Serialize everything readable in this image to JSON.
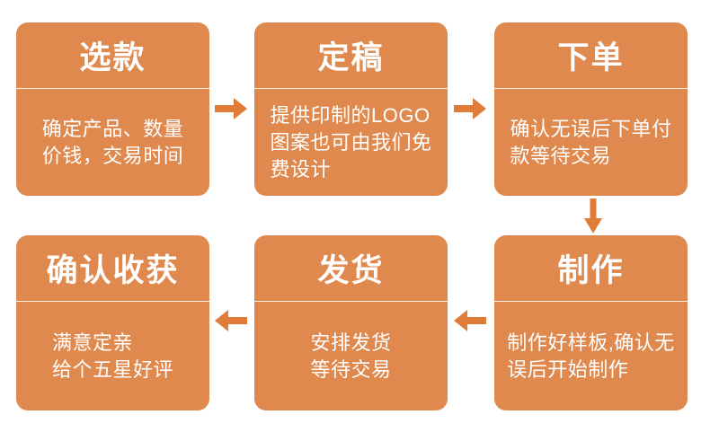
{
  "colors": {
    "box_fill": "#e0894e",
    "arrow_fill": "#e07c38",
    "divider": "#ffffff",
    "text": "#ffffff",
    "background": "#ffffff"
  },
  "flow": {
    "steps": [
      {
        "id": "select-style",
        "title": "选款",
        "body": "确定产品、数量\n价钱，交易时间"
      },
      {
        "id": "finalize-draft",
        "title": "定稿",
        "body": "提供印制的LOGO\n图案也可由我们免\n费设计"
      },
      {
        "id": "place-order",
        "title": "下单",
        "body": "确认无误后下单付\n款等待交易"
      },
      {
        "id": "production",
        "title": "制作",
        "body": "制作好样板,确认无\n误后开始制作"
      },
      {
        "id": "shipping",
        "title": "发货",
        "body": "安排发货\n等待交易"
      },
      {
        "id": "confirm-receipt",
        "title": "确认收获",
        "body": "满意定亲\n给个五星好评"
      }
    ],
    "connectors": [
      {
        "from": "select-style",
        "to": "finalize-draft",
        "direction": "right"
      },
      {
        "from": "finalize-draft",
        "to": "place-order",
        "direction": "right"
      },
      {
        "from": "place-order",
        "to": "production",
        "direction": "down"
      },
      {
        "from": "production",
        "to": "shipping",
        "direction": "left"
      },
      {
        "from": "shipping",
        "to": "confirm-receipt",
        "direction": "left"
      }
    ]
  }
}
